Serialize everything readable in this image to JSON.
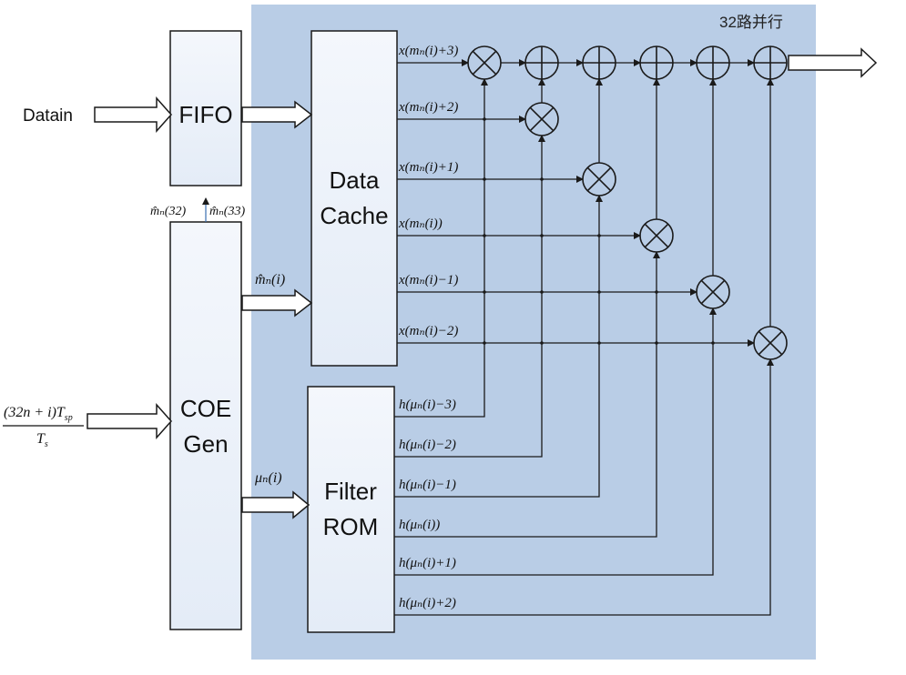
{
  "panel_label": "32路并行",
  "blocks": {
    "fifo": "FIFO",
    "data_cache": [
      "Data",
      "Cache"
    ],
    "coe_gen": [
      "COE",
      "Gen"
    ],
    "filter_rom": [
      "Filter",
      "ROM"
    ]
  },
  "inputs": {
    "datain": "Datain",
    "timing_numerator": "(32n + i)T",
    "timing_numerator_sub": "sp",
    "timing_denominator": "T",
    "timing_denominator_sub": "s"
  },
  "signals": {
    "m_hat_32": "m̂ₙ(32)",
    "m_hat_33": "m̂ₙ(33)",
    "m_hat_i": "m̂ₙ(i)",
    "mu_i": "μₙ(i)"
  },
  "x_taps": [
    "x(mₙ(i)+3)",
    "x(mₙ(i)+2)",
    "x(mₙ(i)+1)",
    "x(mₙ(i))",
    "x(mₙ(i)−1)",
    "x(mₙ(i)−2)"
  ],
  "h_taps": [
    "h(μₙ(i)−3)",
    "h(μₙ(i)−2)",
    "h(μₙ(i)−1)",
    "h(μₙ(i))",
    "h(μₙ(i)+1)",
    "h(μₙ(i)+2)"
  ],
  "colors": {
    "panel": "#b9cde6",
    "block_fill": "#eef3fb",
    "stroke": "#1a1a1a"
  }
}
